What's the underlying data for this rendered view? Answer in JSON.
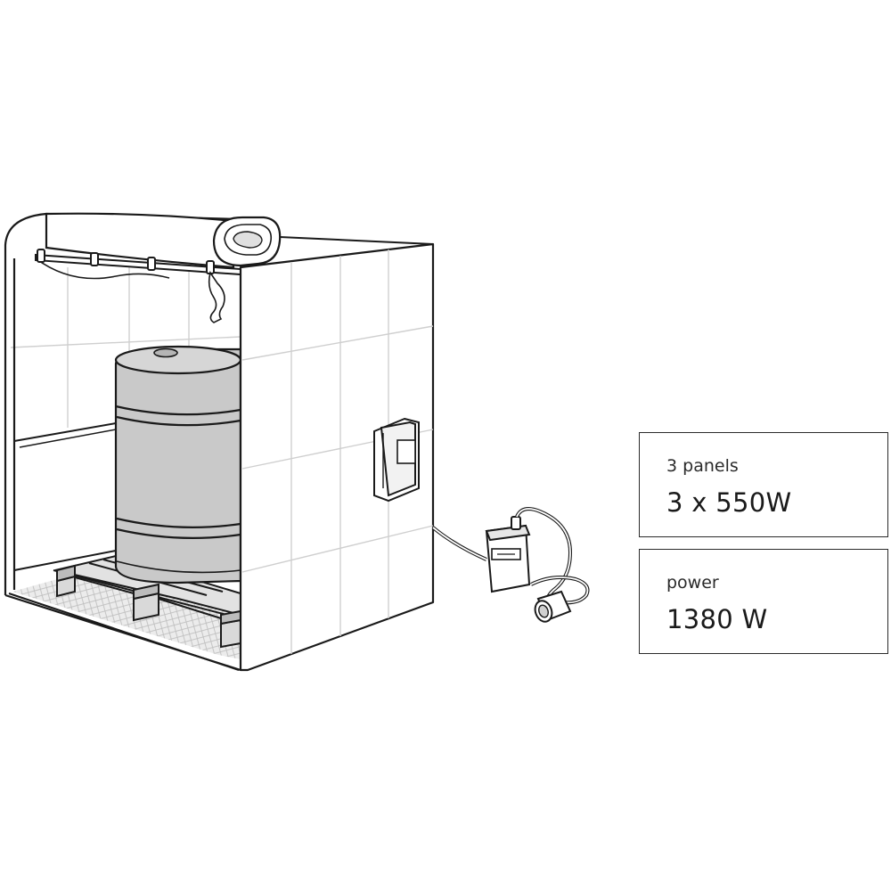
{
  "specs": {
    "panels": {
      "label": "3 panels",
      "value": "3 x 550W"
    },
    "power": {
      "label": "power",
      "value": "1380 W"
    }
  },
  "colors": {
    "line": "#1a1a1a",
    "grid": "#cfcfcf",
    "drum_fill": "#c9c9c9",
    "floor_fill": "#e6e6e6",
    "background": "#ffffff"
  }
}
